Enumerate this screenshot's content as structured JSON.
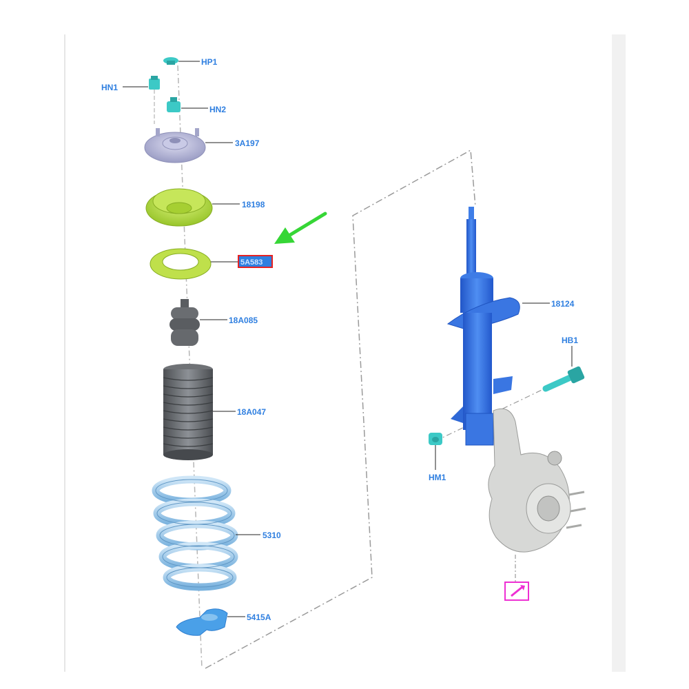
{
  "labels": {
    "hp1": "HP1",
    "hn1": "HN1",
    "hn2": "HN2",
    "mount": "3A197",
    "bearing": "18198",
    "seat": "5A583",
    "bumper": "18A085",
    "boot": "18A047",
    "spring": "5310",
    "insulator": "5415A",
    "strut": "18124",
    "hb1": "HB1",
    "hm1": "HM1"
  },
  "colors": {
    "label_text": "#2f7fe0",
    "fastener": "#3cc9c6",
    "mount": "#b9bad8",
    "bearing": "#b9e241",
    "bumper": "#5f6266",
    "spring": "#8ec0e6",
    "insulator": "#4aa0e8",
    "strut": "#2f6fe4",
    "knuckle": "#d7d8d6",
    "arrow": "#36d636",
    "highlight_box": "#e62222",
    "tool_box": "#ee2fd3"
  },
  "icons": {
    "pointer_arrow": "green-arrow-icon",
    "tool_symbol": "wrench-icon"
  }
}
